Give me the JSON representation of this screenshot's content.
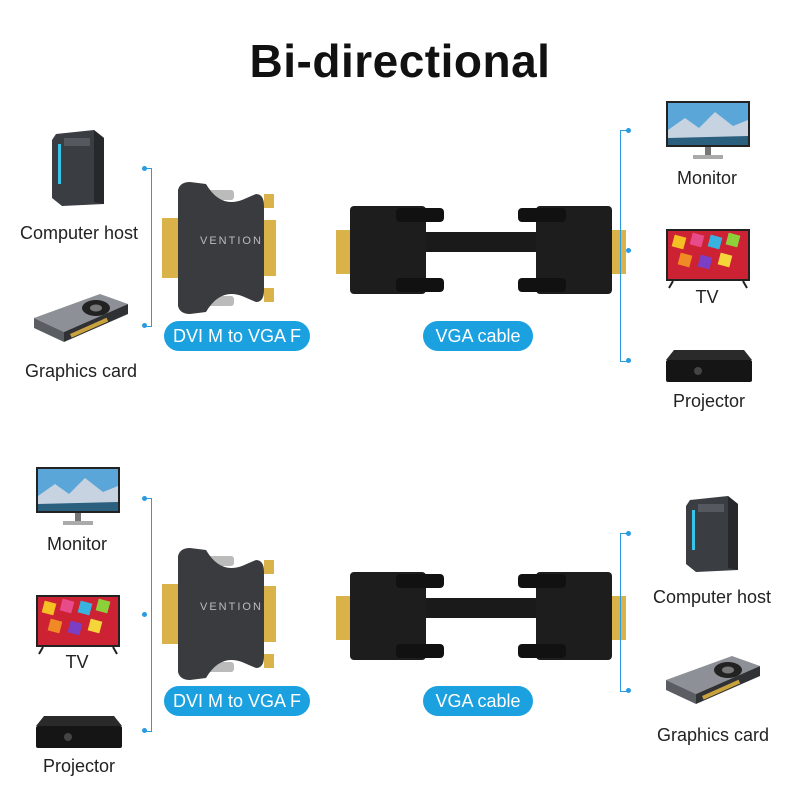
{
  "title": "Bi-directional",
  "top_row": {
    "left_devices": [
      {
        "label": "Computer host",
        "icon": "computer-tower-icon"
      },
      {
        "label": "Graphics card",
        "icon": "graphics-card-icon"
      }
    ],
    "adapter_label": "DVI M to VGA F",
    "cable_label": "VGA cable",
    "right_devices": [
      {
        "label": "Monitor",
        "icon": "monitor-icon"
      },
      {
        "label": "TV",
        "icon": "tv-icon"
      },
      {
        "label": "Projector",
        "icon": "projector-icon"
      }
    ]
  },
  "bottom_row": {
    "left_devices": [
      {
        "label": "Monitor",
        "icon": "monitor-icon"
      },
      {
        "label": "TV",
        "icon": "tv-icon"
      },
      {
        "label": "Projector",
        "icon": "projector-icon"
      }
    ],
    "adapter_label": "DVI M to VGA F",
    "cable_label": "VGA cable",
    "right_devices": [
      {
        "label": "Computer host",
        "icon": "computer-tower-icon"
      },
      {
        "label": "Graphics card",
        "icon": "graphics-card-icon"
      }
    ]
  },
  "brand_mark": "VENTION",
  "colors": {
    "accent": "#1ba1df",
    "bracket": "#2a9be0",
    "connector_gold": "#d9b24a",
    "body_black": "#2b2b2b"
  }
}
